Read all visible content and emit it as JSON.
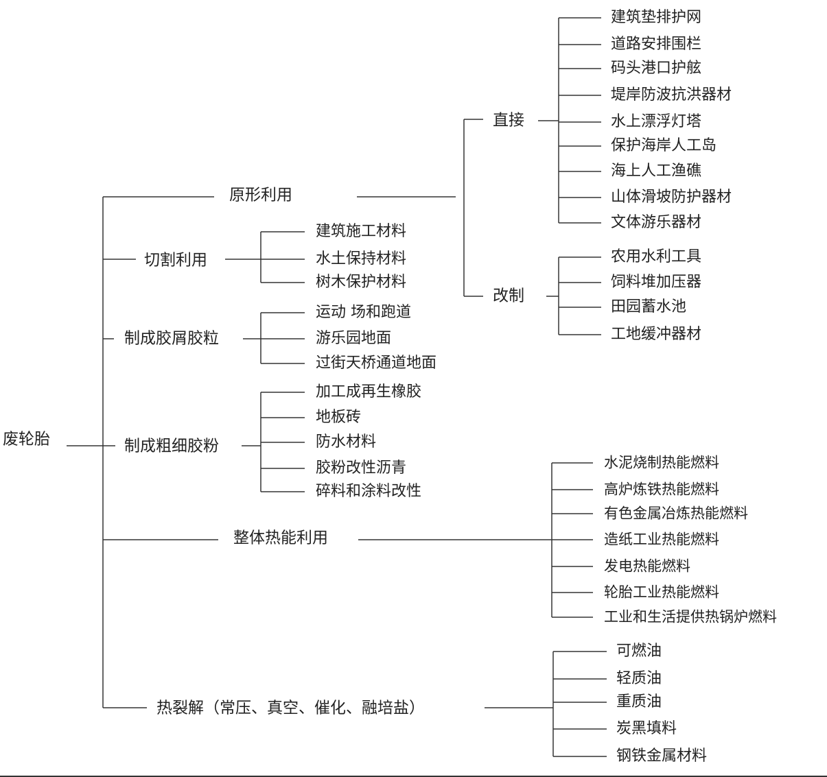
{
  "root": "废轮胎",
  "categories": {
    "shape": {
      "label": "原形利用",
      "direct": {
        "label": "直接",
        "items": [
          "建筑垫排护网",
          "道路安排围栏",
          "码头港口护舷",
          "堤岸防波抗洪器材",
          "水上漂浮灯塔",
          "保护海岸人工岛",
          "海上人工渔礁",
          "山体滑坡防护器材",
          "文体游乐器材"
        ]
      },
      "modified": {
        "label": "改制",
        "items": [
          "农用水利工具",
          "饲料堆加压器",
          "田园蓄水池",
          "工地缓冲器材"
        ]
      }
    },
    "cut": {
      "label": "切割利用",
      "items": [
        "建筑施工材料",
        "水土保持材料",
        "树木保护材料"
      ]
    },
    "granule": {
      "label": "制成胶屑胶粒",
      "items": [
        "运动 场和跑道",
        "游乐园地面",
        "过街天桥通道地面"
      ]
    },
    "powder": {
      "label": "制成粗细胶粉",
      "items": [
        "加工成再生橡胶",
        "地板砖",
        "防水材料",
        "胶粉改性沥青",
        "碎料和涂料改性"
      ]
    },
    "thermal": {
      "label": "整体热能利用",
      "items": [
        "水泥烧制热能燃料",
        "高炉炼铁热能燃料",
        "有色金属冶炼热能燃料",
        "造纸工业热能燃料",
        "发电热能燃料",
        "轮胎工业热能燃料",
        "工业和生活提供热锅炉燃料"
      ]
    },
    "pyrolysis": {
      "label": "热裂解（常压、真空、催化、融培盐）",
      "items": [
        "可燃油",
        "轻质油",
        "重质油",
        "炭黑填料",
        "钢铁金属材料"
      ]
    }
  }
}
